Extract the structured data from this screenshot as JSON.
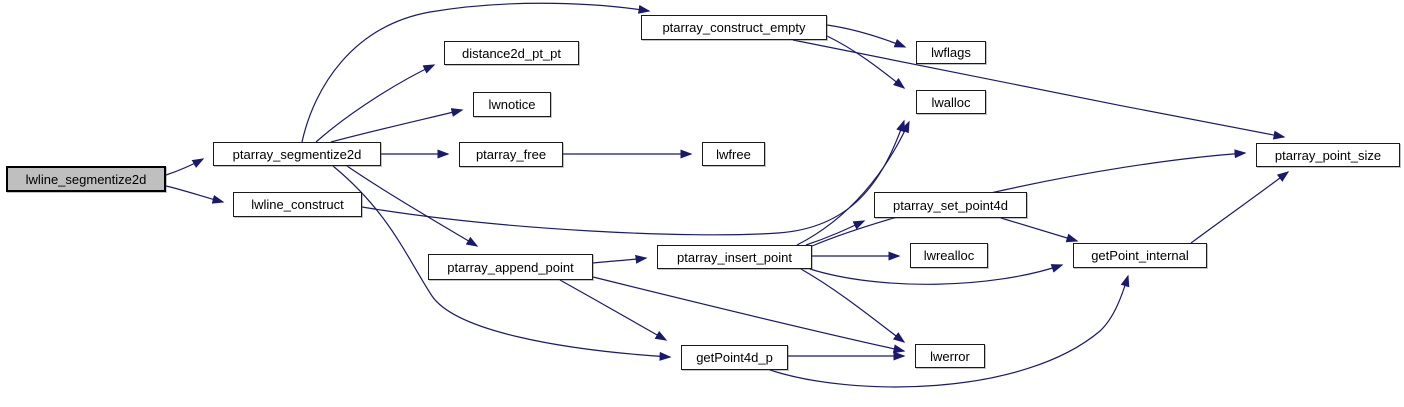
{
  "diagram": {
    "type": "call-graph",
    "root": "lwline_segmentize2d",
    "colors": {
      "edge": "#191970",
      "node_fill": "#ffffff",
      "root_fill": "#bfbfbf",
      "border": "#000000",
      "text": "#000000",
      "background": "#ffffff"
    },
    "nodes": [
      {
        "id": "lwline_segmentize2d",
        "label": "lwline_segmentize2d",
        "role": "root"
      },
      {
        "id": "ptarray_segmentize2d",
        "label": "ptarray_segmentize2d",
        "role": "normal"
      },
      {
        "id": "lwline_construct",
        "label": "lwline_construct",
        "role": "normal"
      },
      {
        "id": "distance2d_pt_pt",
        "label": "distance2d_pt_pt",
        "role": "normal"
      },
      {
        "id": "lwnotice",
        "label": "lwnotice",
        "role": "normal"
      },
      {
        "id": "ptarray_free",
        "label": "ptarray_free",
        "role": "normal"
      },
      {
        "id": "lwfree",
        "label": "lwfree",
        "role": "normal"
      },
      {
        "id": "ptarray_construct_empty",
        "label": "ptarray_construct_empty",
        "role": "normal"
      },
      {
        "id": "lwflags",
        "label": "lwflags",
        "role": "normal"
      },
      {
        "id": "lwalloc",
        "label": "lwalloc",
        "role": "normal"
      },
      {
        "id": "ptarray_point_size",
        "label": "ptarray_point_size",
        "role": "normal"
      },
      {
        "id": "ptarray_append_point",
        "label": "ptarray_append_point",
        "role": "normal"
      },
      {
        "id": "ptarray_insert_point",
        "label": "ptarray_insert_point",
        "role": "normal"
      },
      {
        "id": "lwrealloc",
        "label": "lwrealloc",
        "role": "normal"
      },
      {
        "id": "getPoint_internal",
        "label": "getPoint_internal",
        "role": "normal"
      },
      {
        "id": "ptarray_set_point4d",
        "label": "ptarray_set_point4d",
        "role": "normal"
      },
      {
        "id": "getPoint4d_p",
        "label": "getPoint4d_p",
        "role": "normal"
      },
      {
        "id": "lwerror",
        "label": "lwerror",
        "role": "normal"
      }
    ],
    "edges": [
      {
        "from": "lwline_segmentize2d",
        "to": "ptarray_segmentize2d"
      },
      {
        "from": "lwline_segmentize2d",
        "to": "lwline_construct"
      },
      {
        "from": "ptarray_segmentize2d",
        "to": "ptarray_construct_empty"
      },
      {
        "from": "ptarray_segmentize2d",
        "to": "distance2d_pt_pt"
      },
      {
        "from": "ptarray_segmentize2d",
        "to": "lwnotice"
      },
      {
        "from": "ptarray_segmentize2d",
        "to": "ptarray_free"
      },
      {
        "from": "ptarray_segmentize2d",
        "to": "ptarray_append_point"
      },
      {
        "from": "ptarray_segmentize2d",
        "to": "getPoint4d_p"
      },
      {
        "from": "lwline_construct",
        "to": "lwalloc"
      },
      {
        "from": "ptarray_free",
        "to": "lwfree"
      },
      {
        "from": "ptarray_construct_empty",
        "to": "lwflags"
      },
      {
        "from": "ptarray_construct_empty",
        "to": "lwalloc"
      },
      {
        "from": "ptarray_construct_empty",
        "to": "ptarray_point_size"
      },
      {
        "from": "ptarray_append_point",
        "to": "ptarray_insert_point"
      },
      {
        "from": "ptarray_append_point",
        "to": "getPoint4d_p"
      },
      {
        "from": "ptarray_append_point",
        "to": "lwerror"
      },
      {
        "from": "ptarray_insert_point",
        "to": "lwalloc"
      },
      {
        "from": "ptarray_insert_point",
        "to": "ptarray_set_point4d"
      },
      {
        "from": "ptarray_insert_point",
        "to": "lwrealloc"
      },
      {
        "from": "ptarray_insert_point",
        "to": "getPoint_internal"
      },
      {
        "from": "ptarray_insert_point",
        "to": "lwerror"
      },
      {
        "from": "ptarray_insert_point",
        "to": "ptarray_point_size"
      },
      {
        "from": "ptarray_set_point4d",
        "to": "getPoint_internal"
      },
      {
        "from": "getPoint_internal",
        "to": "ptarray_point_size"
      },
      {
        "from": "getPoint4d_p",
        "to": "lwerror"
      },
      {
        "from": "getPoint4d_p",
        "to": "getPoint_internal"
      }
    ]
  }
}
